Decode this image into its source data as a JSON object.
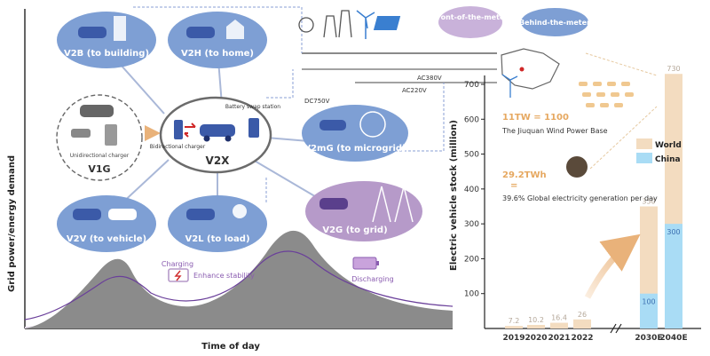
{
  "left_panel": {
    "y_axis_label": "Grid power/energy demand",
    "x_axis_label": "Time of day",
    "center": {
      "label": "V2X",
      "bidirectional_label": "Bidirectional charger",
      "battery_label": "Battery swap station"
    },
    "v1g": {
      "label": "V1G",
      "sub_label": "Unidirectional charger"
    },
    "nodes": {
      "v2b": "V2B (to building)",
      "v2h": "V2H (to home)",
      "v2mg": "V2mG (to microgrid)",
      "v2v": "V2V (to vehicle)",
      "v2l": "V2L (to load)",
      "v2g": "V2G (to grid)"
    },
    "voltages": {
      "dc": "DC750V",
      "ac380": "AC380V",
      "ac220": "AC220V"
    },
    "tags": {
      "front": "Front-of-the-meter",
      "behind": "Behind-the-meter"
    },
    "curve_labels": {
      "charging": "Charging",
      "discharging": "Discharging",
      "stability": "Enhance stability"
    }
  },
  "info": {
    "tw_text": "11TW = 1100",
    "wind_base": "The Jiuquan Wind Power Base",
    "twh_text": "29.2TWh",
    "equals": "=",
    "pct_text": "39.6% Global electricity generation per day"
  },
  "colors": {
    "world": "#f3dcc0",
    "china": "#a9dcf5",
    "node": "#7e9fd4",
    "v2g": "#b69ac9",
    "tag": "#c9b2da",
    "curve_dark": "#7f7f7f",
    "curve_light": "#e9dfee"
  },
  "chart_data": {
    "type": "bar",
    "ylabel": "Electric vehicle stock (million)",
    "categories": [
      "2019",
      "2020",
      "2021",
      "2022",
      "2030E",
      "2040E"
    ],
    "ylim": [
      0,
      700
    ],
    "yticks": [
      100,
      200,
      300,
      400,
      500,
      600,
      700
    ],
    "series": [
      {
        "name": "World",
        "values": [
          7.2,
          10.2,
          16.4,
          26,
          350,
          730
        ],
        "labels": [
          "7.2",
          "10.2",
          "16.4",
          "26",
          "350",
          "730"
        ]
      },
      {
        "name": "China",
        "values": [
          null,
          null,
          null,
          null,
          100,
          300
        ],
        "labels": [
          "",
          "",
          "",
          "",
          "100",
          "300"
        ]
      }
    ],
    "legend": "right"
  }
}
